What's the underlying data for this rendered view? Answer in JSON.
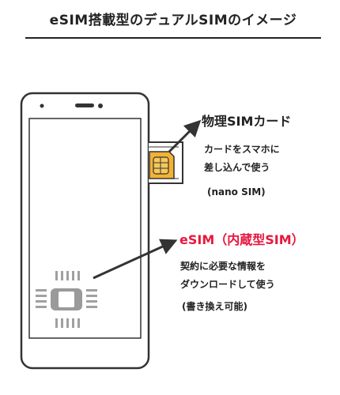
{
  "title": "eSIM搭載型のデュアルSIMのイメージ",
  "physical_sim": {
    "label": "物理SIMカード",
    "description": [
      "カードをスマホに",
      "差し込んで使う"
    ],
    "note": "(nano SIM)"
  },
  "esim": {
    "label": "eSIM（内蔵型SIM）",
    "description": [
      "契約に必要な情報を",
      "ダウンロードして使う"
    ],
    "note": "(書き換え可能)"
  },
  "colors": {
    "accent_red": "#e8163c",
    "text": "#222222",
    "sim_gold": "#f2b233",
    "chip_gray": "#9a9a9a"
  },
  "icons": [
    "smartphone-icon",
    "sim-card-icon",
    "sim-tray-icon",
    "embedded-chip-icon",
    "arrow-icon"
  ]
}
